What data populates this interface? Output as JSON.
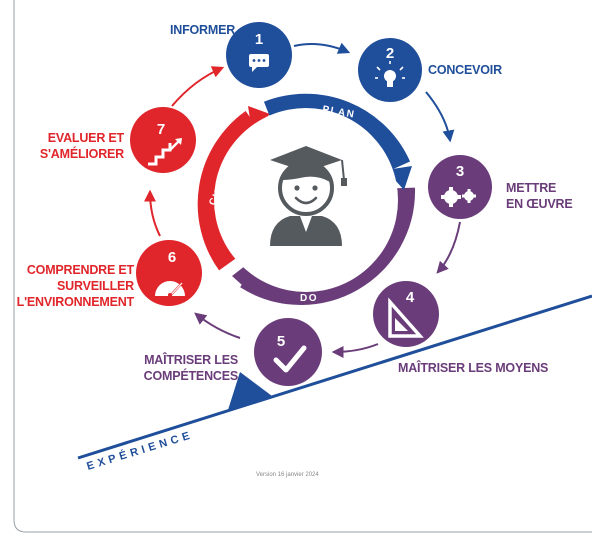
{
  "colors": {
    "blue": "#1f4e9a",
    "purple": "#6a3d7a",
    "red": "#e0262b",
    "frame": "#9aa0a8"
  },
  "cycle": {
    "plan": "PLAN",
    "do": "DO",
    "check_act": "CHECK & ACT"
  },
  "center_icon": "graduate-student-icon",
  "steps": [
    {
      "num": "1",
      "label": "INFORMER",
      "icon": "chat-bubble-icon",
      "color": "blue"
    },
    {
      "num": "2",
      "label": "CONCEVOIR",
      "icon": "lightbulb-icon",
      "color": "blue"
    },
    {
      "num": "3",
      "label_lines": [
        "METTRE",
        "EN ŒUVRE"
      ],
      "icon": "gears-icon",
      "color": "purple"
    },
    {
      "num": "4",
      "label": "MAÎTRISER LES MOYENS",
      "icon": "set-square-icon",
      "color": "purple"
    },
    {
      "num": "5",
      "label_lines": [
        "MAÎTRISER LES",
        "COMPÉTENCES"
      ],
      "icon": "checkmark-icon",
      "color": "purple"
    },
    {
      "num": "6",
      "label_lines": [
        "COMPRENDRE ET",
        "SURVEILLER",
        "L'ENVIRONNEMENT"
      ],
      "icon": "gauge-icon",
      "color": "red"
    },
    {
      "num": "7",
      "label_lines": [
        "EVALUER ET",
        "S'AMÉLIORER"
      ],
      "icon": "stairs-up-icon",
      "color": "red"
    }
  ],
  "slope_label": "EXPÉRIENCE",
  "version": "Version 16 janvier 2024"
}
